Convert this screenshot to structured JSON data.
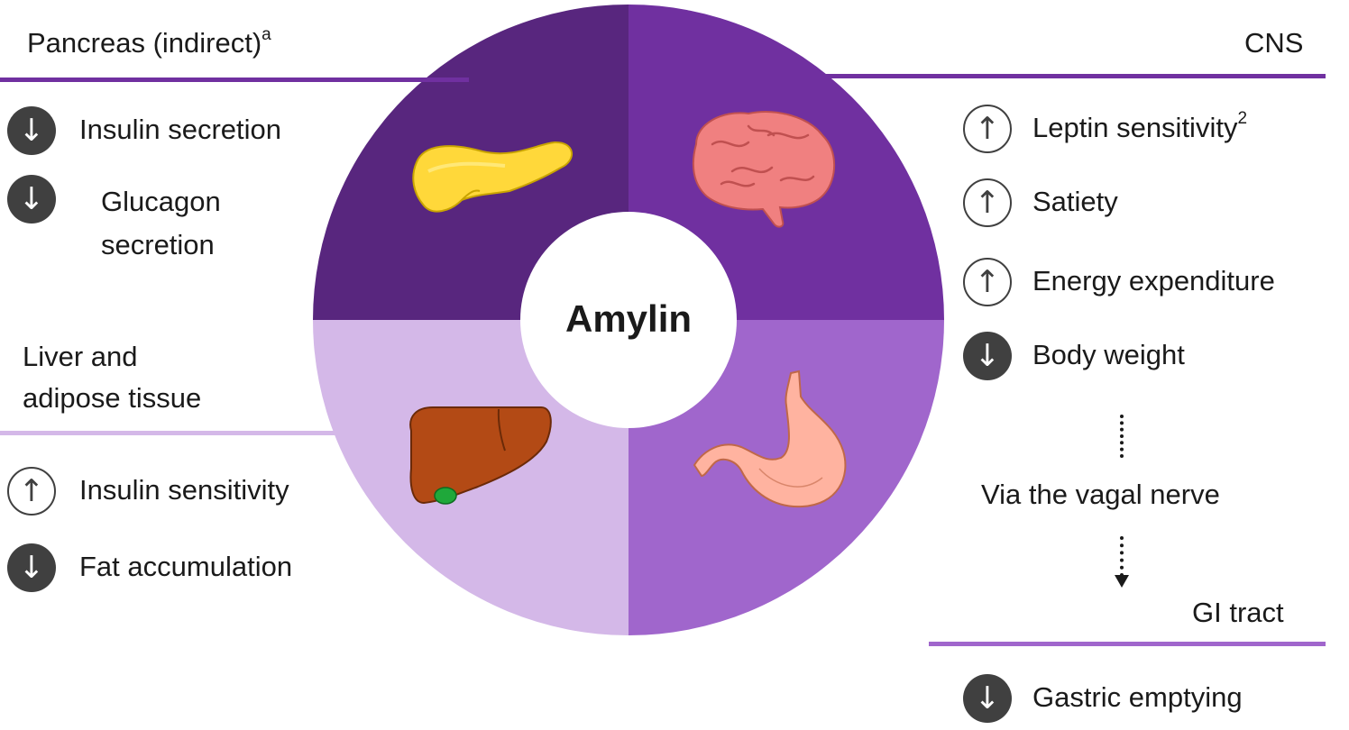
{
  "center": {
    "label": "Amylin"
  },
  "colors": {
    "pancreas_quadrant": "#58267e",
    "cns_quadrant": "#7030a0",
    "gi_quadrant": "#a066cc",
    "liver_quadrant": "#d4b8e8",
    "dark_rule": "#7030a0",
    "light_rule": "#d4b8e8",
    "gi_rule": "#a066cc",
    "badge_dark": "#404040"
  },
  "pancreas": {
    "title": "Pancreas (indirect)",
    "title_sup": "a",
    "effects": [
      {
        "direction": "down",
        "icon": "down-arrow-icon",
        "glyph": "↓",
        "label": "Insulin secretion"
      },
      {
        "direction": "down",
        "icon": "down-arrow-icon",
        "glyph": "↓",
        "label_line1": "Glucagon",
        "label_line2": "secretion"
      }
    ]
  },
  "liver": {
    "title_line1": "Liver and",
    "title_line2": "adipose tissue",
    "effects": [
      {
        "direction": "up",
        "icon": "up-arrow-icon",
        "glyph": "↑",
        "label": "Insulin sensitivity"
      },
      {
        "direction": "down",
        "icon": "down-arrow-icon",
        "glyph": "↓",
        "label": "Fat accumulation"
      }
    ]
  },
  "cns": {
    "title": "CNS",
    "effects": [
      {
        "direction": "up",
        "icon": "up-arrow-icon",
        "glyph": "↑",
        "label": "Leptin sensitivity",
        "sup": "2"
      },
      {
        "direction": "up",
        "icon": "up-arrow-icon",
        "glyph": "↑",
        "label": "Satiety"
      },
      {
        "direction": "up",
        "icon": "up-arrow-icon",
        "glyph": "↑",
        "label": "Energy expenditure"
      },
      {
        "direction": "down",
        "icon": "down-arrow-icon",
        "glyph": "↓",
        "label": "Body weight"
      }
    ]
  },
  "vagal": {
    "label": "Via the vagal nerve"
  },
  "gi": {
    "title": "GI tract",
    "effects": [
      {
        "direction": "down",
        "icon": "down-arrow-icon",
        "glyph": "↓",
        "label": "Gastric emptying"
      }
    ]
  },
  "organs": {
    "pancreas_icon": "pancreas-icon",
    "brain_icon": "brain-icon",
    "stomach_icon": "stomach-icon",
    "liver_icon": "liver-icon"
  }
}
